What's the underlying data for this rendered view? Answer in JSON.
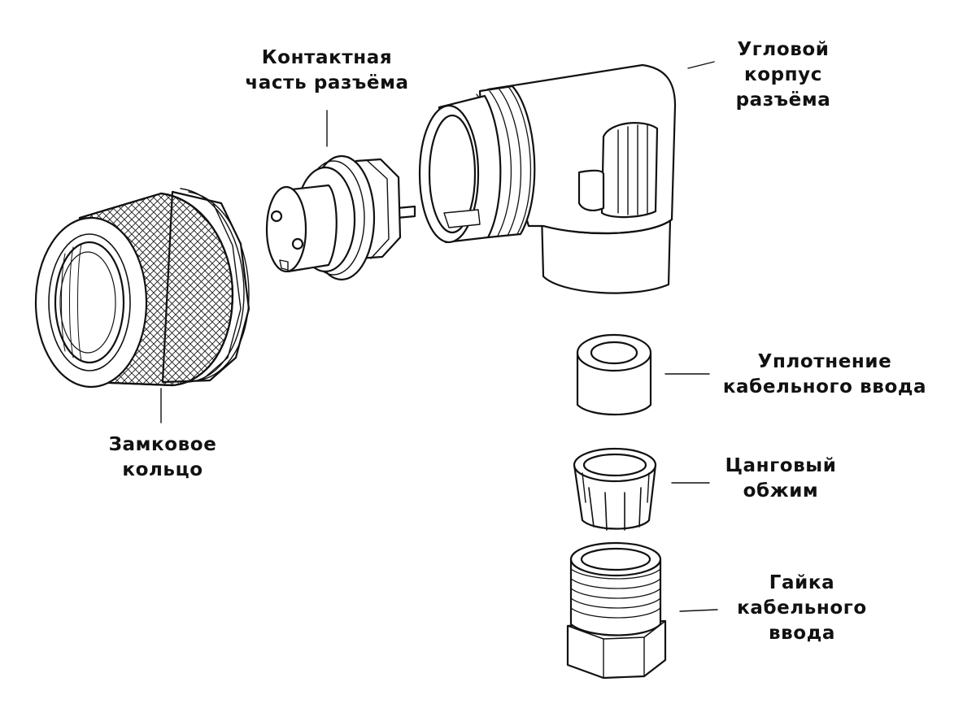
{
  "labels": {
    "contact_part": [
      "Контактная",
      "часть разъёма"
    ],
    "angled_housing": [
      "Угловой",
      "корпус",
      "разъёма"
    ],
    "locking_ring": [
      "Замковое",
      "кольцо"
    ],
    "cable_seal": [
      "Уплотнение",
      "кабельного ввода"
    ],
    "collet_clamp": [
      "Цанговый",
      "обжим"
    ],
    "cable_gland_nut": [
      "Гайка",
      "кабельного",
      "ввода"
    ]
  }
}
